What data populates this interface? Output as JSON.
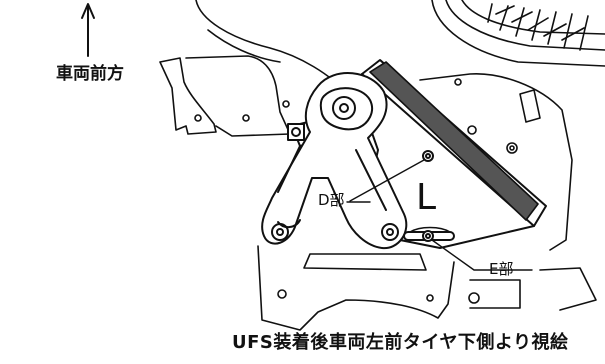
{
  "direction_label": "車両前方",
  "part_labels": {
    "d": "D部",
    "l": "L",
    "e": "E部"
  },
  "caption": "UFS装着後車両左前タイヤ下側より視絵",
  "colors": {
    "line": "#111111",
    "panel": "#555555",
    "background": "#ffffff"
  },
  "icons": [
    "up-arrow-icon",
    "tire-icon",
    "bolt-icon"
  ]
}
